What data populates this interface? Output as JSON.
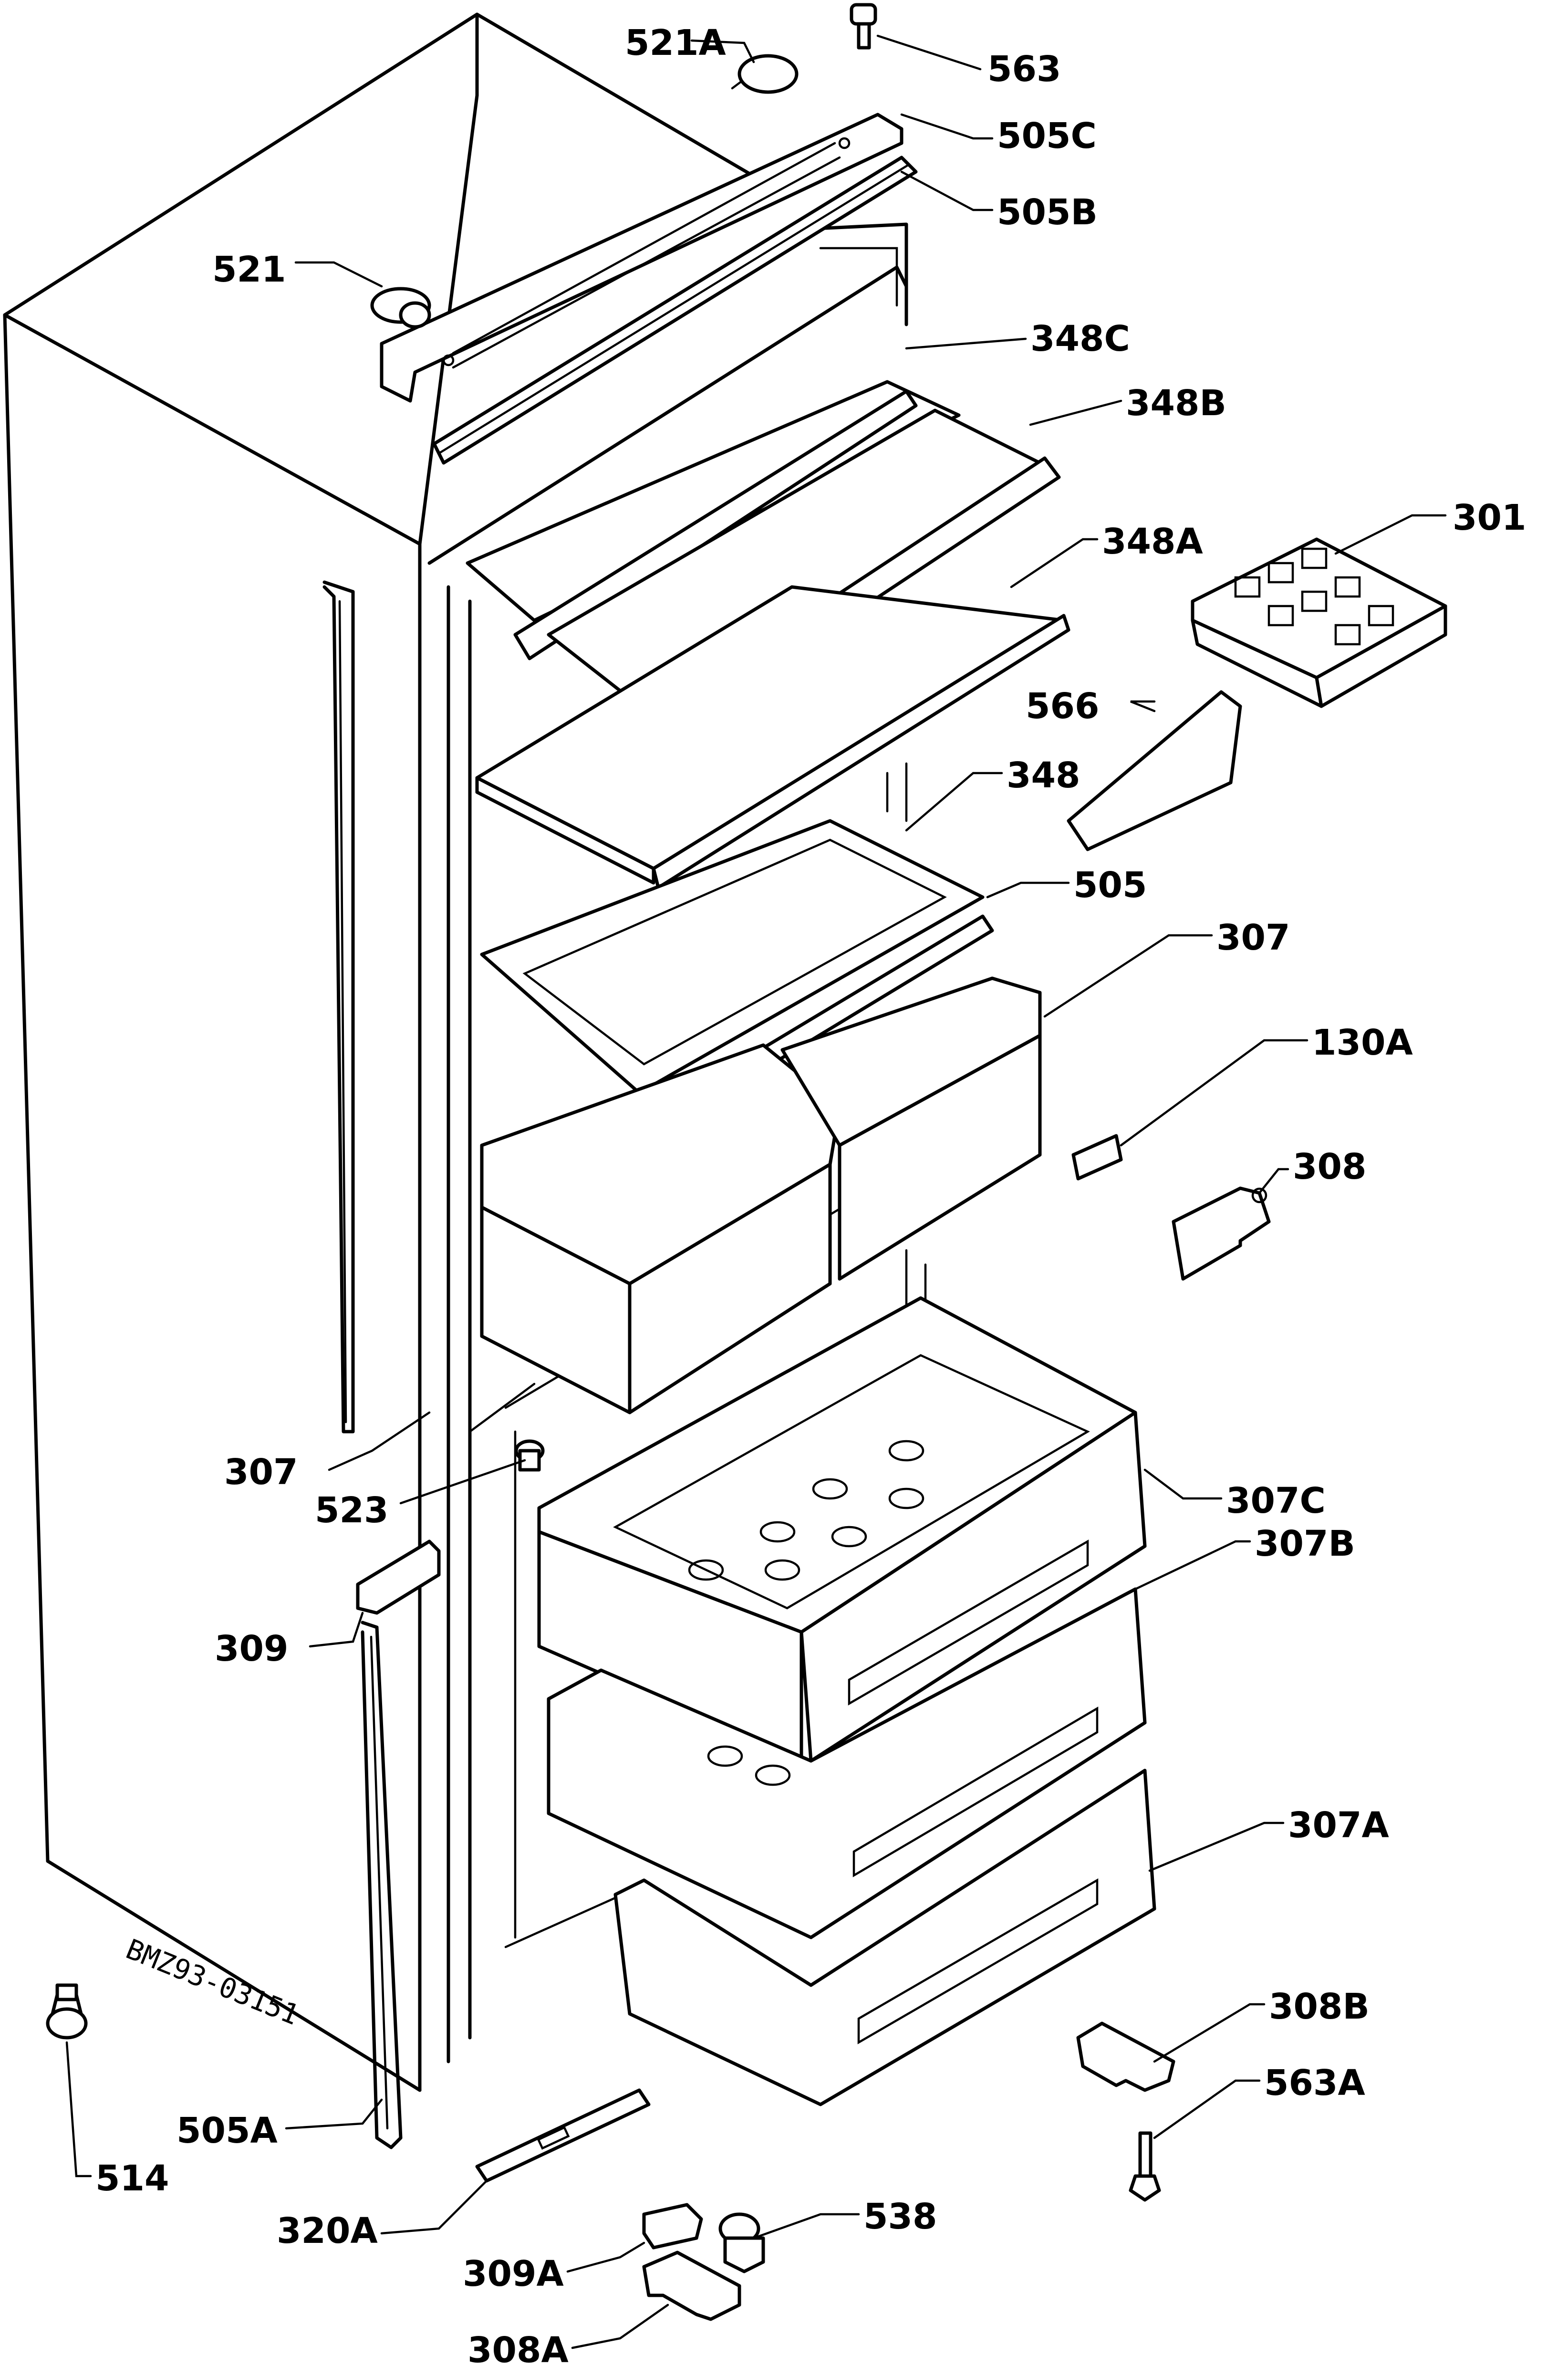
{
  "drawing_code": "BMZ93-03151",
  "parts": [
    {
      "id": "521A",
      "label": "521A"
    },
    {
      "id": "563",
      "label": "563"
    },
    {
      "id": "505C",
      "label": "505C"
    },
    {
      "id": "505B",
      "label": "505B"
    },
    {
      "id": "521",
      "label": "521"
    },
    {
      "id": "348C",
      "label": "348C"
    },
    {
      "id": "348B",
      "label": "348B"
    },
    {
      "id": "301",
      "label": "301"
    },
    {
      "id": "348A",
      "label": "348A"
    },
    {
      "id": "566",
      "label": "566"
    },
    {
      "id": "348",
      "label": "348"
    },
    {
      "id": "505",
      "label": "505"
    },
    {
      "id": "307",
      "label": "307"
    },
    {
      "id": "130A",
      "label": "130A"
    },
    {
      "id": "308",
      "label": "308"
    },
    {
      "id": "307-left",
      "label": "307"
    },
    {
      "id": "523",
      "label": "523"
    },
    {
      "id": "307C",
      "label": "307C"
    },
    {
      "id": "307B",
      "label": "307B"
    },
    {
      "id": "309",
      "label": "309"
    },
    {
      "id": "307A",
      "label": "307A"
    },
    {
      "id": "308B",
      "label": "308B"
    },
    {
      "id": "563A",
      "label": "563A"
    },
    {
      "id": "505A",
      "label": "505A"
    },
    {
      "id": "514",
      "label": "514"
    },
    {
      "id": "538",
      "label": "538"
    },
    {
      "id": "320A",
      "label": "320A"
    },
    {
      "id": "309A",
      "label": "309A"
    },
    {
      "id": "308A",
      "label": "308A"
    }
  ]
}
